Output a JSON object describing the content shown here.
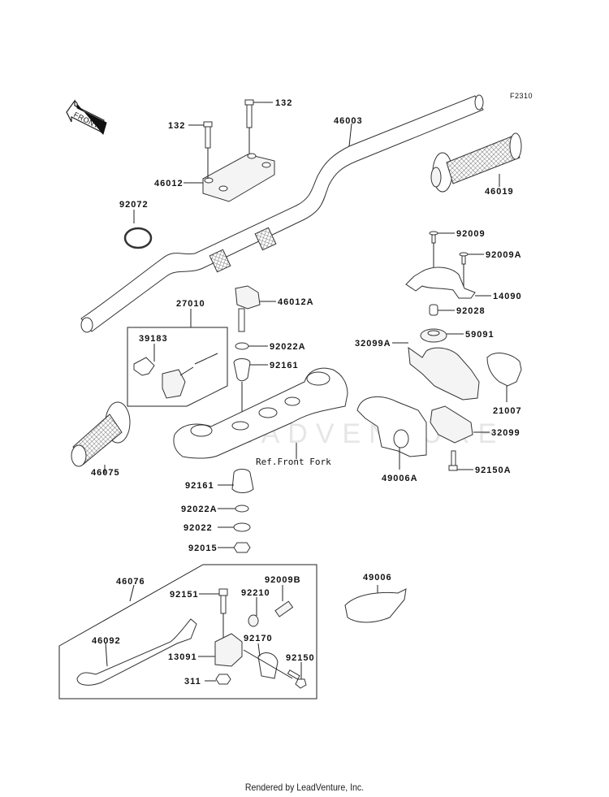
{
  "diagram": {
    "figure_id": "F2310",
    "watermark": "LEADVENTURE",
    "front_arrow_label": "FRONT",
    "reference_note": "Ref.Front Fork",
    "labels": {
      "p132a": "132",
      "p132b": "132",
      "p46003": "46003",
      "p46012": "46012",
      "p92072": "92072",
      "p46019": "46019",
      "p92009": "92009",
      "p92009A": "92009A",
      "p14090": "14090",
      "p92028": "92028",
      "p59091": "59091",
      "p27010": "27010",
      "p39183": "39183",
      "p46012A": "46012A",
      "p92022A_top": "92022A",
      "p92161_top": "92161",
      "p32099A": "32099A",
      "p21007": "21007",
      "p32099": "32099",
      "p92150A": "92150A",
      "p49006A": "49006A",
      "p46075": "46075",
      "p92161_bot": "92161",
      "p92022A_bot": "92022A",
      "p92022": "92022",
      "p92015": "92015",
      "p46076": "46076",
      "p92151": "92151",
      "p92009B": "92009B",
      "p92210": "92210",
      "p46092": "46092",
      "p92170": "92170",
      "p13091": "13091",
      "p92150": "92150",
      "p311": "311",
      "p49006": "49006"
    }
  },
  "footer": {
    "credit": "Rendered by LeadVenture, Inc."
  }
}
